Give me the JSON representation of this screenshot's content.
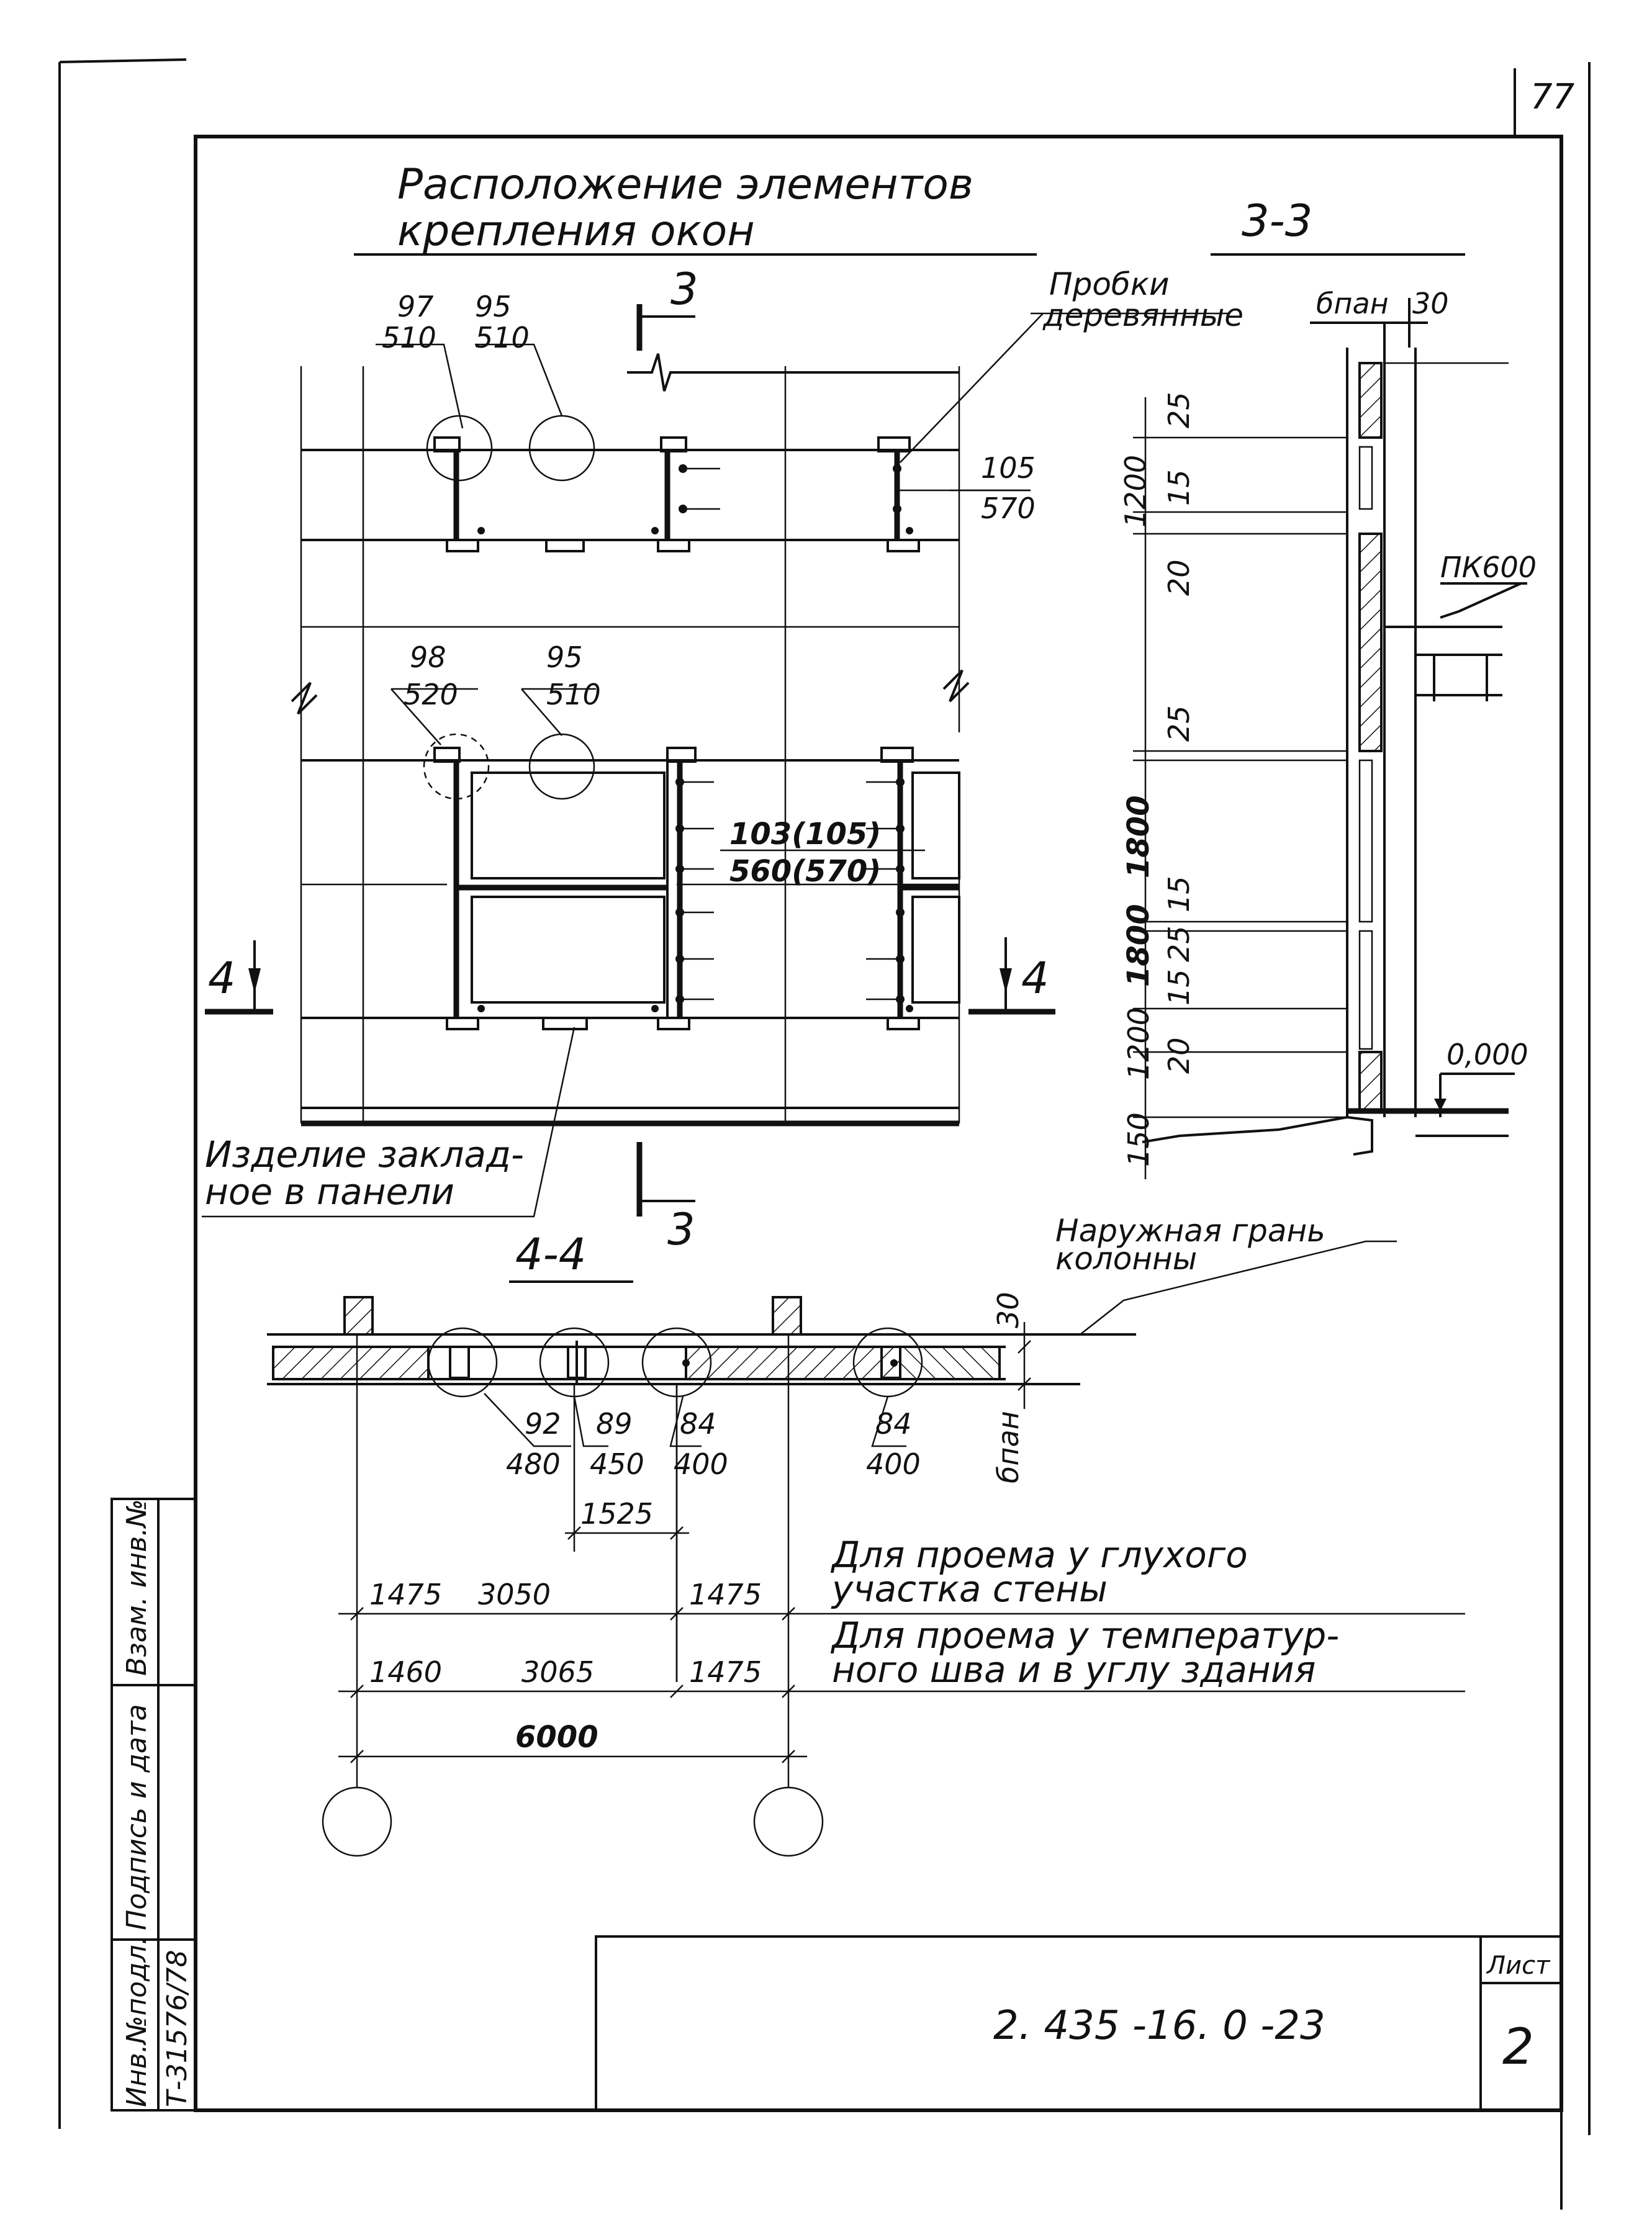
{
  "sheet": {
    "page_number": "77",
    "title_line1": "Расположение элементов",
    "title_line2": "крепления окон",
    "doc_code": "2. 435 -16. 0 -23",
    "sheet_label": "Лист",
    "sheet_number": "2",
    "side_stamp": {
      "col1": "Инв.№подл.",
      "col2": "Подпись и дата",
      "col3": "Взам. инв.№",
      "inventory_value": "Т-31576/78"
    }
  },
  "elevation": {
    "section_mark_top": "3",
    "section_mark_bottom": "3",
    "section_mark_left": "4",
    "section_mark_right": "4",
    "callouts": [
      {
        "id": "c97",
        "top": "97",
        "bottom": "510"
      },
      {
        "id": "c95a",
        "top": "95",
        "bottom": "510"
      },
      {
        "id": "c105",
        "top": "105",
        "bottom": "570"
      },
      {
        "id": "c98",
        "top": "98",
        "bottom": "520"
      },
      {
        "id": "c95b",
        "top": "95",
        "bottom": "510"
      },
      {
        "id": "c103",
        "top": "103(105)",
        "bottom": "560(570)"
      }
    ],
    "note_plugs_line1": "Пробки",
    "note_plugs_line2": "деревянные",
    "note_embed_line1": "Изделие заклад-",
    "note_embed_line2": "ное в панели"
  },
  "section33": {
    "title": "3-3",
    "top_label_bpan": "бпан",
    "top_label_30": "30",
    "dims": [
      "25",
      "1200",
      "15",
      "20",
      "25",
      "1800",
      "15",
      "25",
      "1800",
      "15",
      "20",
      "1200",
      "150"
    ],
    "beam_label": "ПК600",
    "level_label": "0,000"
  },
  "section44": {
    "title": "4-4",
    "note_face_line1": "Наружная грань",
    "note_face_line2": "колонны",
    "dim_30": "30",
    "dim_bpan": "бпан",
    "callouts": [
      {
        "id": "s92",
        "top": "92",
        "bottom": "480"
      },
      {
        "id": "s89",
        "top": "89",
        "bottom": "450"
      },
      {
        "id": "s84a",
        "top": "84",
        "bottom": "400"
      },
      {
        "id": "s84b",
        "top": "84",
        "bottom": "400"
      }
    ],
    "dim_1525": "1525",
    "row1": [
      "1475",
      "3050",
      "1475"
    ],
    "row2": [
      "1460",
      "3065",
      "1475"
    ],
    "total": "6000",
    "legend_line1a": "Для проема у глухого",
    "legend_line1b": "участка стены",
    "legend_line2a": "Для   проема у температур-",
    "legend_line2b": "ного    шва и в углу здания"
  }
}
